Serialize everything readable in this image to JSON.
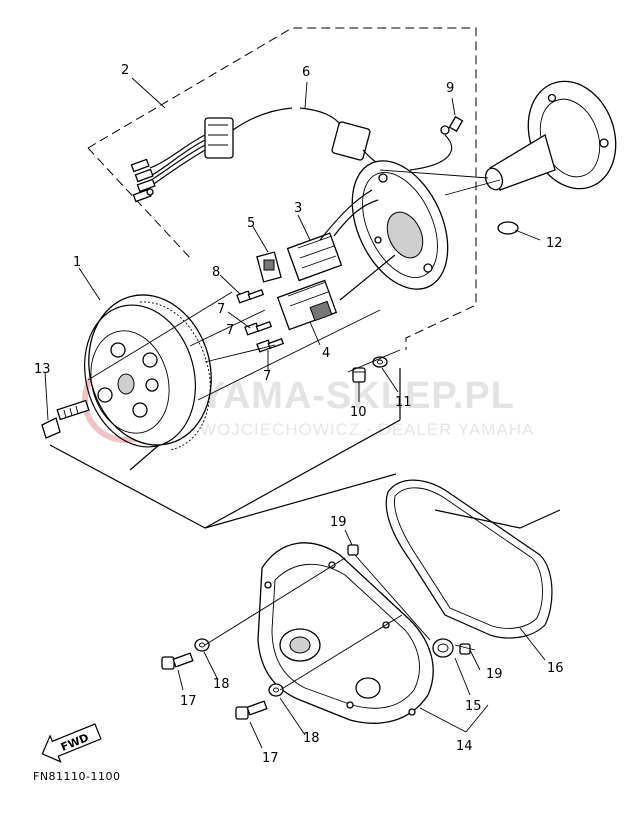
{
  "diagram": {
    "callouts": [
      {
        "id": "c1",
        "label": "1"
      },
      {
        "id": "c2",
        "label": "2"
      },
      {
        "id": "c3",
        "label": "3"
      },
      {
        "id": "c4",
        "label": "4"
      },
      {
        "id": "c5",
        "label": "5"
      },
      {
        "id": "c6",
        "label": "6"
      },
      {
        "id": "c7a",
        "label": "7"
      },
      {
        "id": "c7b",
        "label": "7"
      },
      {
        "id": "c7c",
        "label": "7"
      },
      {
        "id": "c8",
        "label": "8"
      },
      {
        "id": "c9",
        "label": "9"
      },
      {
        "id": "c10",
        "label": "10"
      },
      {
        "id": "c11",
        "label": "11"
      },
      {
        "id": "c12",
        "label": "12"
      },
      {
        "id": "c13",
        "label": "13"
      },
      {
        "id": "c14",
        "label": "14"
      },
      {
        "id": "c15",
        "label": "15"
      },
      {
        "id": "c16",
        "label": "16"
      },
      {
        "id": "c17a",
        "label": "17"
      },
      {
        "id": "c17b",
        "label": "17"
      },
      {
        "id": "c18a",
        "label": "18"
      },
      {
        "id": "c18b",
        "label": "18"
      },
      {
        "id": "c19a",
        "label": "19"
      },
      {
        "id": "c19b",
        "label": "19"
      }
    ],
    "fwd_label": "FWD",
    "figure_code": "FN81110-1100"
  },
  "watermark": {
    "main": "YAMA-SKLEP.PL",
    "sub": "WOJCIECHOWICZ - DEALER YAMAHA"
  }
}
